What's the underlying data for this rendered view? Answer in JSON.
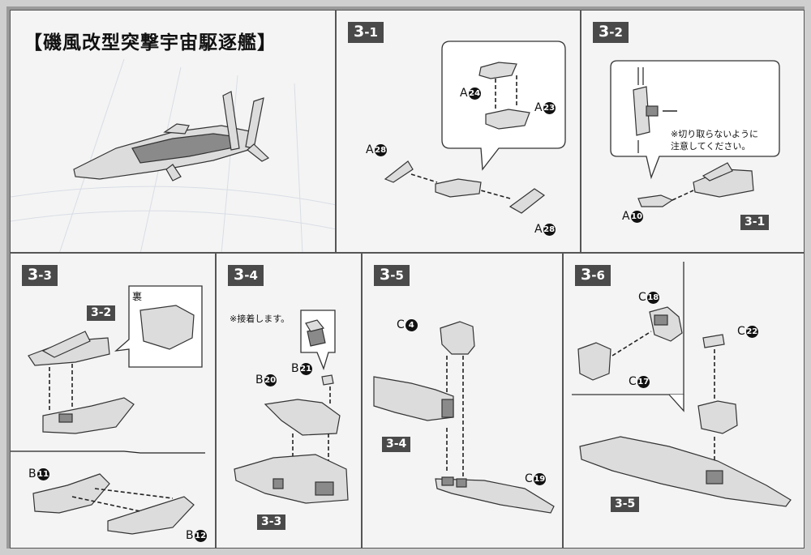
{
  "title": "【磯風改型突撃宇宙駆逐艦】",
  "steps": {
    "s31": {
      "main": "3",
      "sub": "-1"
    },
    "s32": {
      "main": "3",
      "sub": "-2"
    },
    "s33": {
      "main": "3",
      "sub": "-3"
    },
    "s34": {
      "main": "3",
      "sub": "-4"
    },
    "s35": {
      "main": "3",
      "sub": "-5"
    },
    "s36": {
      "main": "3",
      "sub": "-6"
    }
  },
  "labels": {
    "A": "A",
    "B": "B",
    "C": "C",
    "n24": "24",
    "n23": "23",
    "n28": "28",
    "n10": "10",
    "n11": "11",
    "n12": "12",
    "n20": "20",
    "n21": "21",
    "n4": "4",
    "n19": "19",
    "n18": "18",
    "n22": "22",
    "n17": "17"
  },
  "tags": {
    "ref31": "3-1",
    "ref32": "3-2",
    "ref33": "3-3",
    "ref34": "3-4",
    "ref35": "3-5"
  },
  "notes": {
    "cut_line1": "※切り取らないように",
    "cut_line2": "注意してください。",
    "glue": "※接着します。",
    "back": "裏"
  },
  "colors": {
    "tag_bg": "#4a4a4a",
    "panel_bg": "#f4f4f4",
    "frame": "#9a9a9a"
  }
}
